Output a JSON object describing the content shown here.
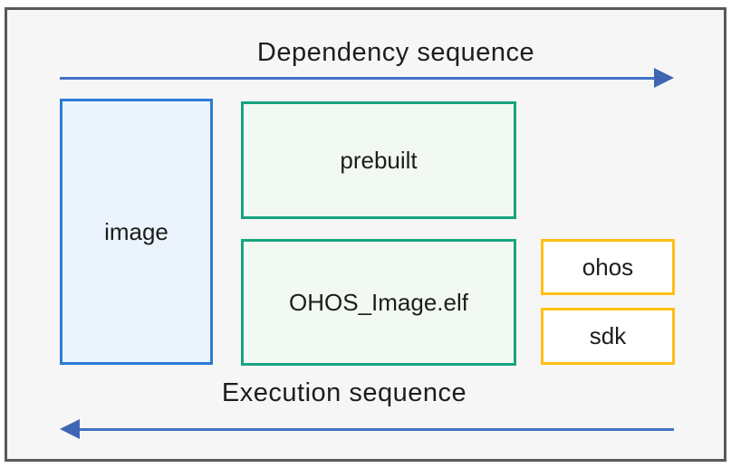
{
  "diagram": {
    "top_flow": {
      "label": "Dependency sequence",
      "direction": "right"
    },
    "bottom_flow": {
      "label": "Execution sequence",
      "direction": "left"
    },
    "nodes": {
      "image": {
        "label": "image"
      },
      "prebuilt": {
        "label": "prebuilt"
      },
      "elf": {
        "label": "OHOS_Image.elf"
      },
      "ohos": {
        "label": "ohos"
      },
      "sdk": {
        "label": "sdk"
      }
    },
    "colors": {
      "arrow": "#4472C4",
      "arrow_head": "#3E66B2",
      "blue_node_border": "#2B7BD6",
      "blue_node_fill": "#EBF4FC",
      "green_node_border": "#17A47E",
      "green_node_fill": "#F2F8F2",
      "yellow_node_border": "#FFC013",
      "yellow_node_fill": "#FFFFFF",
      "frame_border": "#58595B",
      "frame_background": "#F6F6F7",
      "text": "#1D1D1D"
    }
  }
}
